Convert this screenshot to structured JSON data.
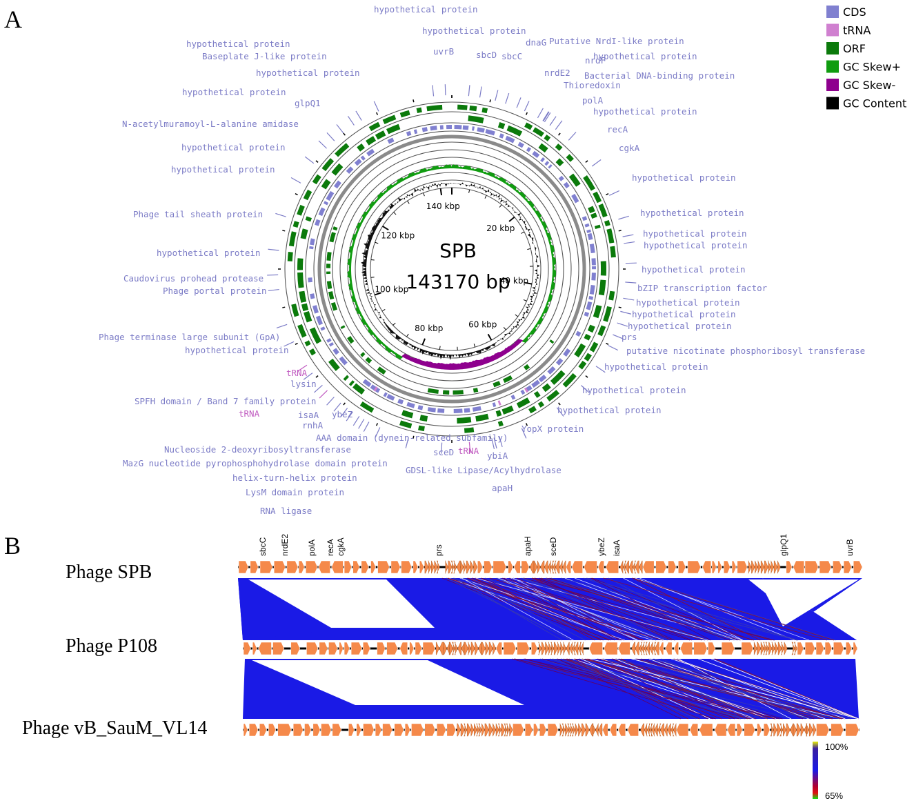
{
  "panels": {
    "a": "A",
    "b": "B"
  },
  "genome": {
    "name": "SPB",
    "length_label": "143170 bp",
    "length_bp": 143170,
    "ticks": [
      {
        "label": "20 kbp",
        "pos": 20000
      },
      {
        "label": "40 kbp",
        "pos": 40000
      },
      {
        "label": "60 kbp",
        "pos": 60000
      },
      {
        "label": "80 kbp",
        "pos": 80000
      },
      {
        "label": "100 kbp",
        "pos": 100000
      },
      {
        "label": "120 kbp",
        "pos": 120000
      },
      {
        "label": "140 kbp",
        "pos": 140000
      }
    ]
  },
  "legend": [
    {
      "label": "CDS",
      "color": "#8080d0"
    },
    {
      "label": "tRNA",
      "color": "#d080d0"
    },
    {
      "label": "ORF",
      "color": "#0b7a0b"
    },
    {
      "label": "GC Skew+",
      "color": "#109c10"
    },
    {
      "label": "GC Skew-",
      "color": "#8e008e"
    },
    {
      "label": "GC Content",
      "color": "#000000"
    }
  ],
  "features": [
    {
      "label": "hypothetical protein",
      "type": "cds"
    },
    {
      "label": "hypothetical protein",
      "type": "cds"
    },
    {
      "label": "uvrB",
      "type": "cds"
    },
    {
      "label": "sbcD",
      "type": "cds"
    },
    {
      "label": "sbcC",
      "type": "cds"
    },
    {
      "label": "dnaG",
      "type": "cds"
    },
    {
      "label": "Putative NrdI-like protein",
      "type": "cds"
    },
    {
      "label": "nrdF",
      "type": "cds"
    },
    {
      "label": "hypothetical protein",
      "type": "cds"
    },
    {
      "label": "nrdE2",
      "type": "cds"
    },
    {
      "label": "Bacterial DNA-binding protein",
      "type": "cds"
    },
    {
      "label": "Thioredoxin",
      "type": "cds"
    },
    {
      "label": "polA",
      "type": "cds"
    },
    {
      "label": "hypothetical protein",
      "type": "cds"
    },
    {
      "label": "recA",
      "type": "cds"
    },
    {
      "label": "cgkA",
      "type": "cds"
    },
    {
      "label": "hypothetical protein",
      "type": "cds"
    },
    {
      "label": "hypothetical protein",
      "type": "cds"
    },
    {
      "label": "hypothetical protein",
      "type": "cds"
    },
    {
      "label": "hypothetical protein",
      "type": "cds"
    },
    {
      "label": "hypothetical protein",
      "type": "cds"
    },
    {
      "label": "bZIP transcription factor",
      "type": "cds"
    },
    {
      "label": "hypothetical protein",
      "type": "cds"
    },
    {
      "label": "hypothetical protein",
      "type": "cds"
    },
    {
      "label": "hypothetical protein",
      "type": "cds"
    },
    {
      "label": "prs",
      "type": "cds"
    },
    {
      "label": "putative nicotinate phosphoribosyl transferase",
      "type": "cds"
    },
    {
      "label": "hypothetical protein",
      "type": "cds"
    },
    {
      "label": "hypothetical protein",
      "type": "cds"
    },
    {
      "label": "hypothetical protein",
      "type": "cds"
    },
    {
      "label": "YopX protein",
      "type": "cds"
    },
    {
      "label": "ybiA",
      "type": "cds"
    },
    {
      "label": "GDSL-like Lipase/Acylhydrolase",
      "type": "cds"
    },
    {
      "label": "apaH",
      "type": "cds"
    },
    {
      "label": "tRNA",
      "type": "trna"
    },
    {
      "label": "sceD",
      "type": "cds"
    },
    {
      "label": "AAA domain (dynein-related subfamily)",
      "type": "cds"
    },
    {
      "label": "LysM domain protein",
      "type": "cds"
    },
    {
      "label": "RNA ligase",
      "type": "cds"
    },
    {
      "label": "helix-turn-helix protein",
      "type": "cds"
    },
    {
      "label": "MazG nucleotide pyrophosphohydrolase domain protein",
      "type": "cds"
    },
    {
      "label": "Nucleoside 2-deoxyribosyltransferase",
      "type": "cds"
    },
    {
      "label": "rnhA",
      "type": "cds"
    },
    {
      "label": "ybeZ",
      "type": "cds"
    },
    {
      "label": "isaA",
      "type": "cds"
    },
    {
      "label": "tRNA",
      "type": "trna"
    },
    {
      "label": "SPFH domain / Band 7 family protein",
      "type": "cds"
    },
    {
      "label": "lysin",
      "type": "cds"
    },
    {
      "label": "tRNA",
      "type": "trna"
    },
    {
      "label": "hypothetical protein",
      "type": "cds"
    },
    {
      "label": "Phage terminase large subunit (GpA)",
      "type": "cds"
    },
    {
      "label": "Phage portal protein",
      "type": "cds"
    },
    {
      "label": "Caudovirus prohead protease",
      "type": "cds"
    },
    {
      "label": "hypothetical protein",
      "type": "cds"
    },
    {
      "label": "Phage tail sheath protein",
      "type": "cds"
    },
    {
      "label": "hypothetical protein",
      "type": "cds"
    },
    {
      "label": "hypothetical protein",
      "type": "cds"
    },
    {
      "label": "N-acetylmuramoyl-L-alanine amidase",
      "type": "cds"
    },
    {
      "label": "glpQ1",
      "type": "cds"
    },
    {
      "label": "hypothetical protein",
      "type": "cds"
    },
    {
      "label": "hypothetical protein",
      "type": "cds"
    },
    {
      "label": "Baseplate J-like protein",
      "type": "cds"
    },
    {
      "label": "hypothetical protein",
      "type": "cds"
    }
  ],
  "comparison": {
    "phages": [
      "Phage SPB",
      "Phage P108",
      "Phage vB_SauM_VL14"
    ],
    "gene_labels": [
      "sbcC",
      "nrdE2",
      "polA",
      "recA",
      "cgkA",
      "prs",
      "apaH",
      "sceD",
      "ybeZ",
      "isaA",
      "glpQ1",
      "uvrB"
    ],
    "identity_scale": {
      "max_label": "100%",
      "min_label": "65%",
      "max": 100,
      "min": 65
    },
    "colors": {
      "gene": "#f5894a",
      "synteny": "#1a1ae6"
    }
  }
}
